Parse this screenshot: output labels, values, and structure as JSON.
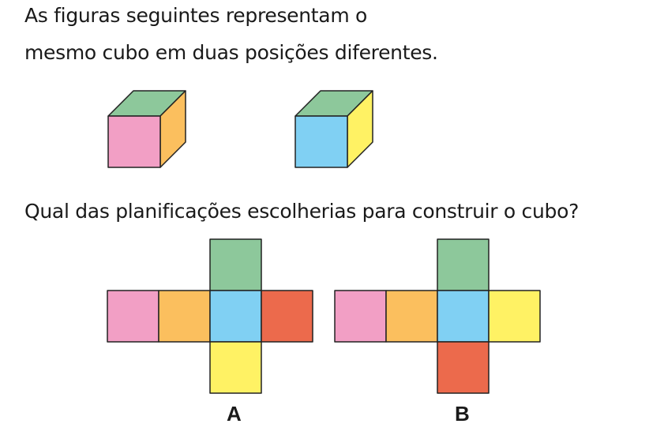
{
  "intro": {
    "line1": "As figuras seguintes representam o",
    "line2": "mesmo cubo em duas posições diferentes."
  },
  "question": "Qual das planificações escolherias para construir o cubo?",
  "options": {
    "a": "A",
    "b": "B"
  },
  "colors": {
    "pink": "#f29fc5",
    "orange": "#fbbf5e",
    "green": "#8dc89b",
    "blue": "#80d0f3",
    "yellow": "#fff264",
    "red": "#ec6a4c"
  }
}
